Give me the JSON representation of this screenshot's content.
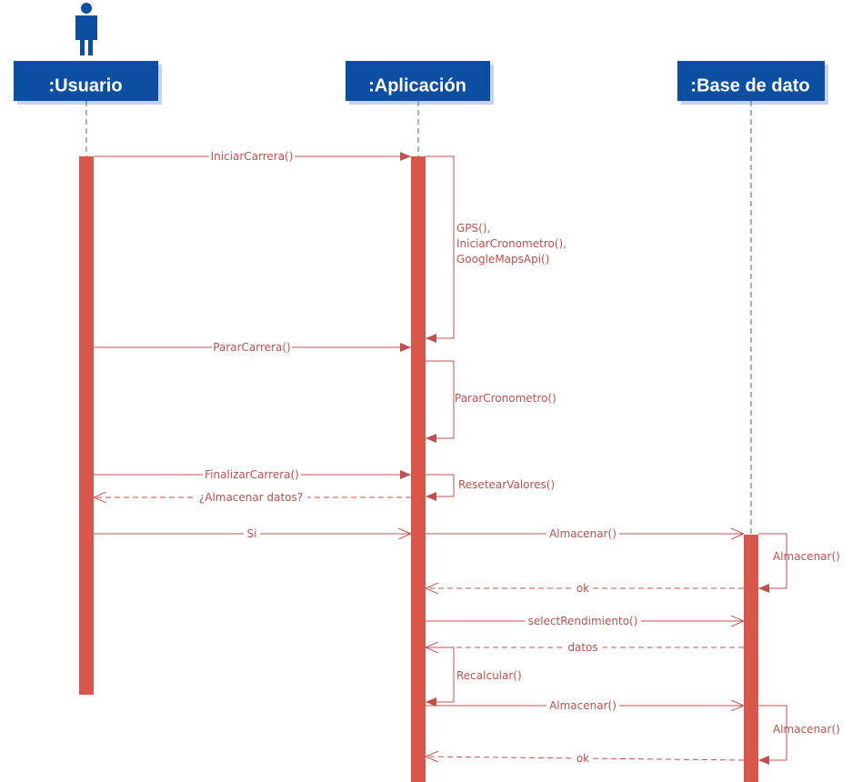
{
  "lifelines": [
    {
      "label": ":Usuario"
    },
    {
      "label": ":Aplicación"
    },
    {
      "label": ":Base de dato"
    }
  ],
  "actor_icon": "person-icon",
  "messages": {
    "iniciar_carrera": "IniciarCarrera()",
    "gps_line1": "GPS(),",
    "gps_line2": "IniciarCronometro(),",
    "gps_line3": "GoogleMapsApi()",
    "parar_carrera": "PararCarrera()",
    "parar_cronometro": "PararCronometro()",
    "finalizar_carrera": "FinalizarCarrera()",
    "resetear_valores": "ResetearValores()",
    "almacenar_datos": "¿Almacenar datos?",
    "si": "Si",
    "almacenar_1": "Almacenar()",
    "almacenar_self_1": "Almacenar()",
    "ok_1": "ok",
    "select_rendimiento": "selectRendimiento()",
    "datos": "datos",
    "recalcular": "Recalcular()",
    "almacenar_2": "Almacenar()",
    "almacenar_self_2": "Almacenar()",
    "ok_2": "ok"
  },
  "colors": {
    "header_bg": "#0b4ea2",
    "header_shadow": "#c7d3ec",
    "activation": "#d9574a",
    "message": "#c0504d",
    "lifeline": "#2e6ac9"
  }
}
